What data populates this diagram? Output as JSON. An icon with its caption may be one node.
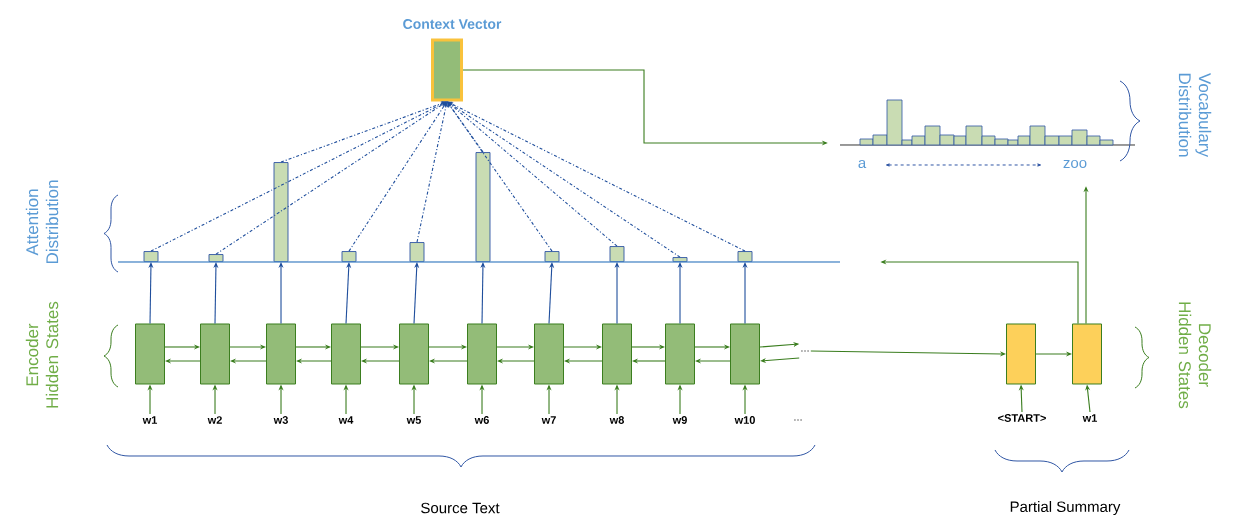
{
  "diagram": {
    "nodes": [
      {
        "text": [
          "Context Vector"
        ]
      },
      {
        "text": [],
        "shape": "box"
      },
      {
        "text": [],
        "shape": "box"
      },
      {
        "text": [],
        "shape": "box"
      },
      {
        "text": [],
        "shape": "box"
      },
      {
        "text": [],
        "shape": "box"
      },
      {
        "text": [],
        "shape": "box"
      },
      {
        "text": [],
        "shape": "box"
      },
      {
        "text": [],
        "shape": "box"
      },
      {
        "text": [],
        "shape": "box"
      },
      {
        "text": [],
        "shape": "box"
      },
      {
        "text": [
          "..."
        ]
      },
      {
        "text": [],
        "shape": "box"
      },
      {
        "text": [],
        "shape": "box"
      },
      {
        "text": [
          "w1"
        ]
      },
      {
        "text": [
          "w2"
        ]
      },
      {
        "text": [
          "w3"
        ]
      },
      {
        "text": [
          "w4"
        ]
      },
      {
        "text": [
          "w5"
        ]
      },
      {
        "text": [
          "w6"
        ]
      },
      {
        "text": [
          "w7"
        ]
      },
      {
        "text": [
          "w8"
        ]
      },
      {
        "text": [
          "w9"
        ]
      },
      {
        "text": [
          "w10"
        ]
      },
      {
        "text": [
          "<START>"
        ]
      },
      {
        "text": [
          "w1"
        ]
      },
      {
        "text": [],
        "shape": "bar"
      },
      {
        "text": [],
        "shape": "bar"
      },
      {
        "text": [],
        "shape": "bar"
      },
      {
        "text": [],
        "shape": "bar"
      },
      {
        "text": [],
        "shape": "bar"
      },
      {
        "text": [],
        "shape": "bar"
      },
      {
        "text": [],
        "shape": "bar"
      },
      {
        "text": [],
        "shape": "bar"
      },
      {
        "text": [],
        "shape": "bar"
      },
      {
        "text": [],
        "shape": "bar"
      },
      {
        "text": [],
        "shape": "line"
      },
      {
        "text": [],
        "shape": "picture"
      }
    ],
    "edges": [
      {
        "from": 14,
        "to": 1,
        "arrow": "to"
      },
      {
        "from": 15,
        "to": 2,
        "arrow": "to"
      },
      {
        "from": 16,
        "to": 3,
        "arrow": "to"
      },
      {
        "from": 17,
        "to": 4,
        "arrow": "to"
      },
      {
        "from": 18,
        "to": 5,
        "arrow": "to"
      },
      {
        "from": 19,
        "to": 6,
        "arrow": "to"
      },
      {
        "from": 20,
        "to": 7,
        "arrow": "to"
      },
      {
        "from": 21,
        "to": 8,
        "arrow": "to"
      },
      {
        "from": 22,
        "to": 9,
        "arrow": "to"
      },
      {
        "from": 23,
        "to": 10,
        "arrow": "to"
      },
      {
        "from": 24,
        "to": 12,
        "arrow": "to"
      },
      {
        "from": 25,
        "to": 13,
        "arrow": "to"
      },
      {
        "from": 1,
        "to": 2,
        "arrow": "to"
      },
      {
        "from": 2,
        "to": 1,
        "arrow": "to"
      },
      {
        "from": 2,
        "to": 3,
        "arrow": "to"
      },
      {
        "from": 3,
        "to": 2,
        "arrow": "to"
      },
      {
        "from": 3,
        "to": 4,
        "arrow": "to"
      },
      {
        "from": 4,
        "to": 3,
        "arrow": "to"
      },
      {
        "from": 4,
        "to": 5,
        "arrow": "to"
      },
      {
        "from": 5,
        "to": 4,
        "arrow": "to"
      },
      {
        "from": 5,
        "to": 6,
        "arrow": "to"
      },
      {
        "from": 6,
        "to": 5,
        "arrow": "to"
      },
      {
        "from": 6,
        "to": 7,
        "arrow": "to"
      },
      {
        "from": 7,
        "to": 6,
        "arrow": "to"
      },
      {
        "from": 7,
        "to": 8,
        "arrow": "to"
      },
      {
        "from": 8,
        "to": 7,
        "arrow": "to"
      },
      {
        "from": 8,
        "to": 9,
        "arrow": "to"
      },
      {
        "from": 9,
        "to": 8,
        "arrow": "to"
      },
      {
        "from": 9,
        "to": 10,
        "arrow": "to"
      },
      {
        "from": 10,
        "to": 9,
        "arrow": "to"
      },
      {
        "from": 10,
        "to": 11,
        "arrow": "to"
      },
      {
        "from": 11,
        "to": 10,
        "arrow": "to"
      },
      {
        "from": 11,
        "to": 12,
        "arrow": "to"
      },
      {
        "from": 12,
        "to": 13,
        "arrow": "to"
      },
      {
        "from": 1,
        "to": 26,
        "arrow": "to",
        "color": "#1f4e9c"
      },
      {
        "from": 2,
        "to": 27,
        "arrow": "to",
        "color": "#1f4e9c"
      },
      {
        "from": 3,
        "to": 28,
        "arrow": "to",
        "color": "#1f4e9c"
      },
      {
        "from": 4,
        "to": 29,
        "arrow": "to",
        "color": "#1f4e9c"
      },
      {
        "from": 5,
        "to": 30,
        "arrow": "to",
        "color": "#1f4e9c"
      },
      {
        "from": 6,
        "to": 31,
        "arrow": "to",
        "color": "#1f4e9c"
      },
      {
        "from": 7,
        "to": 32,
        "arrow": "to",
        "color": "#1f4e9c"
      },
      {
        "from": 8,
        "to": 33,
        "arrow": "to",
        "color": "#1f4e9c"
      },
      {
        "from": 9,
        "to": 34,
        "arrow": "to",
        "color": "#1f4e9c"
      },
      {
        "from": 10,
        "to": 35,
        "arrow": "to",
        "color": "#1f4e9c"
      },
      {
        "from": 26,
        "to": 0,
        "arrow": "to",
        "style": "dashed",
        "color": "#1f4e9c"
      },
      {
        "from": 27,
        "to": 0,
        "arrow": "to",
        "style": "dashed",
        "color": "#1f4e9c"
      },
      {
        "from": 28,
        "to": 0,
        "arrow": "to",
        "style": "dashed",
        "color": "#1f4e9c"
      },
      {
        "from": 29,
        "to": 0,
        "arrow": "to",
        "style": "dashed",
        "color": "#1f4e9c"
      },
      {
        "from": 30,
        "to": 0,
        "arrow": "to",
        "style": "dashed",
        "color": "#1f4e9c"
      },
      {
        "from": 31,
        "to": 0,
        "arrow": "to",
        "style": "dashed",
        "color": "#1f4e9c"
      },
      {
        "from": 32,
        "to": 0,
        "arrow": "to",
        "style": "dashed",
        "color": "#1f4e9c"
      },
      {
        "from": 33,
        "to": 0,
        "arrow": "to",
        "style": "dashed",
        "color": "#1f4e9c"
      },
      {
        "from": 34,
        "to": 0,
        "arrow": "to",
        "style": "dashed",
        "color": "#1f4e9c"
      },
      {
        "from": 35,
        "to": 0,
        "arrow": "to",
        "style": "dashed",
        "color": "#1f4e9c"
      },
      {
        "from": 0,
        "to": 37,
        "arrow": "to"
      },
      {
        "from": 13,
        "to": 37,
        "arrow": "to"
      },
      {
        "from": 13,
        "to": 36,
        "arrow": "to"
      }
    ],
    "labels": [
      "Attention Distribution",
      "Encoder Hidden States",
      "Vocabulary Distribution",
      "a",
      "zoo",
      "Decoder Hidden States",
      "...",
      "Source Text",
      "Partial Summary"
    ]
  }
}
